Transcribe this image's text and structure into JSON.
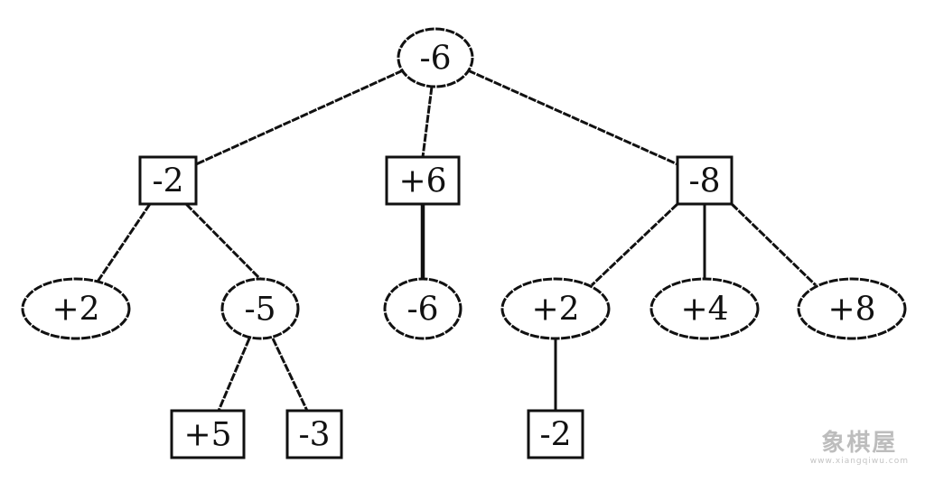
{
  "tree": {
    "nodes": [
      {
        "id": "root",
        "shape": "ellipse",
        "label": "-6"
      },
      {
        "id": "n-left",
        "shape": "box",
        "label": "-2"
      },
      {
        "id": "n-mid",
        "shape": "box",
        "label": "+6"
      },
      {
        "id": "n-right",
        "shape": "box",
        "label": "-8"
      },
      {
        "id": "n-ll",
        "shape": "ellipse",
        "label": "+2"
      },
      {
        "id": "n-lr",
        "shape": "ellipse",
        "label": "-5"
      },
      {
        "id": "n-mm",
        "shape": "ellipse",
        "label": "-6"
      },
      {
        "id": "n-rl",
        "shape": "ellipse",
        "label": "+2"
      },
      {
        "id": "n-rm",
        "shape": "ellipse",
        "label": "+4"
      },
      {
        "id": "n-rr",
        "shape": "ellipse",
        "label": "+8"
      },
      {
        "id": "n-lrl",
        "shape": "box",
        "label": "+5"
      },
      {
        "id": "n-lrr",
        "shape": "box",
        "label": "-3"
      },
      {
        "id": "n-rll",
        "shape": "box",
        "label": "-2"
      }
    ],
    "edges": [
      {
        "from": "root",
        "to": "n-left",
        "style": "dashed"
      },
      {
        "from": "root",
        "to": "n-mid",
        "style": "dashed"
      },
      {
        "from": "root",
        "to": "n-right",
        "style": "dashed"
      },
      {
        "from": "n-left",
        "to": "n-ll",
        "style": "dashed"
      },
      {
        "from": "n-left",
        "to": "n-lr",
        "style": "dashed"
      },
      {
        "from": "n-mid",
        "to": "n-mm",
        "style": "thick"
      },
      {
        "from": "n-right",
        "to": "n-rl",
        "style": "dashed"
      },
      {
        "from": "n-right",
        "to": "n-rm",
        "style": "solid"
      },
      {
        "from": "n-right",
        "to": "n-rr",
        "style": "dashed"
      },
      {
        "from": "n-lr",
        "to": "n-lrl",
        "style": "dashed"
      },
      {
        "from": "n-lr",
        "to": "n-lrr",
        "style": "dashed"
      },
      {
        "from": "n-rl",
        "to": "n-rll",
        "style": "solid"
      }
    ]
  },
  "watermark": {
    "main": "象棋屋",
    "sub": "www.xiangqiwu.com"
  }
}
